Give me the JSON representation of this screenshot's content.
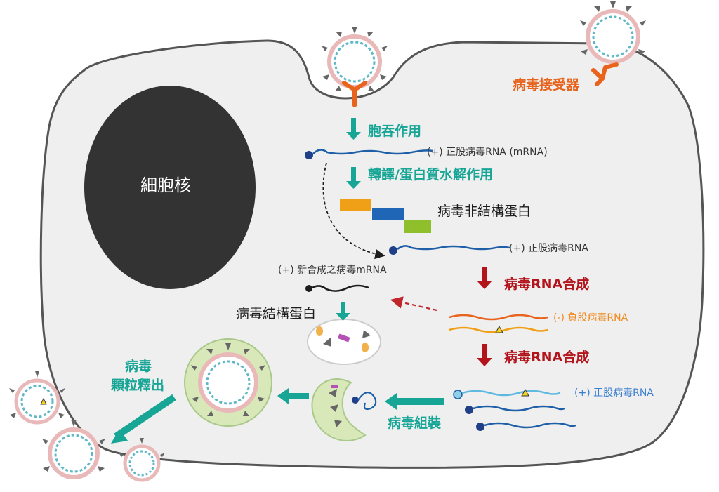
{
  "colors": {
    "teal": "#17a596",
    "red": "#b3141b",
    "orange": "#e8631c",
    "nucleus": "#333333",
    "cell_fill": "#efefef",
    "rna_blue": "#1f5fa8",
    "light_green": "#d8e8b8"
  },
  "labels": {
    "nucleus": "細胞核",
    "receptor": "病毒接受器",
    "endocytosis": "胞吞作用",
    "mrna": "(+) 正股病毒RNA (mRNA)",
    "translation": "轉譯/蛋白質水解作用",
    "nonstructural": "病毒非結構蛋白",
    "pos_rna_1": "(+) 正股病毒RNA",
    "new_mrna": "(+) 新合成之病毒mRNA",
    "rna_synth_1": "病毒RNA合成",
    "neg_rna": "(-) 負股病毒RNA",
    "structural": "病毒結構蛋白",
    "rna_synth_2": "病毒RNA合成",
    "pos_rna_2": "(+) 正股病毒RNA",
    "release_line1": "病毒",
    "release_line2": "顆粒釋出",
    "assembly": "病毒組裝"
  }
}
